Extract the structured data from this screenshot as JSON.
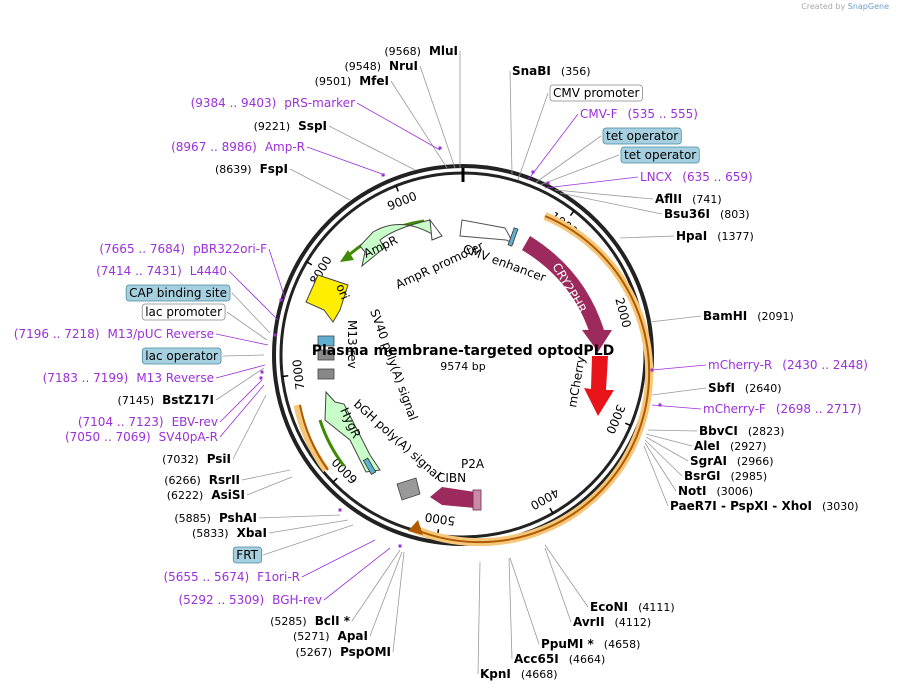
{
  "credit": {
    "prefix": "Created by",
    "brand": "SnapGene"
  },
  "plasmid": {
    "name": "Plasma membrane-targeted optodPLD",
    "size_label": "9574 bp",
    "length": 9574
  },
  "ticks": [
    "1000",
    "2000",
    "3000",
    "4000",
    "5000",
    "6000",
    "7000",
    "8000",
    "9000"
  ],
  "features": [
    {
      "name": "CRY2PHR",
      "color": "#9c2a5c"
    },
    {
      "name": "mCherry",
      "color": "#e8141a"
    },
    {
      "name": "CIBN",
      "color": "#9c2a5c"
    },
    {
      "name": "P2A",
      "color": "#c98aa8"
    },
    {
      "name": "CMV enhancer",
      "color": "#ffffff"
    },
    {
      "name": "AmpR",
      "color": "#c8ffc8"
    },
    {
      "name": "AmpR promoter",
      "color": "#ffffff"
    },
    {
      "name": "ori",
      "color": "#ffee00"
    },
    {
      "name": "HygR",
      "color": "#c8ffc8"
    },
    {
      "name": "SV40 poly(A) signal",
      "color": "#888888"
    },
    {
      "name": "bGH poly(A) signal",
      "color": "#888888"
    },
    {
      "name": "M13 rev",
      "color": "#888888"
    }
  ],
  "labels_right": [
    {
      "pos": "(356)",
      "name": "SnaBI",
      "kind": "site"
    },
    {
      "name": "CMV promoter",
      "kind": "box"
    },
    {
      "name": "CMV-F",
      "range": "(535 .. 555)",
      "kind": "primer"
    },
    {
      "name": "tet operator",
      "kind": "bluebox"
    },
    {
      "name": "tet operator",
      "kind": "bluebox"
    },
    {
      "name": "LNCX",
      "range": "(635 .. 659)",
      "kind": "primer"
    },
    {
      "name": "AflII",
      "pos": "(741)",
      "kind": "site"
    },
    {
      "name": "Bsu36I",
      "pos": "(803)",
      "kind": "site"
    },
    {
      "name": "HpaI",
      "pos": "(1377)",
      "kind": "site"
    },
    {
      "name": "BamHI",
      "pos": "(2091)",
      "kind": "site"
    },
    {
      "name": "mCherry-R",
      "range": "(2430 .. 2448)",
      "kind": "primer"
    },
    {
      "name": "SbfI",
      "pos": "(2640)",
      "kind": "site"
    },
    {
      "name": "mCherry-F",
      "range": "(2698 .. 2717)",
      "kind": "primer"
    },
    {
      "name": "BbvCI",
      "pos": "(2823)",
      "kind": "site"
    },
    {
      "name": "AleI",
      "pos": "(2927)",
      "kind": "site"
    },
    {
      "name": "SgrAI",
      "pos": "(2966)",
      "kind": "site"
    },
    {
      "name": "BsrGI",
      "pos": "(2985)",
      "kind": "site"
    },
    {
      "name": "NotI",
      "pos": "(3006)",
      "kind": "site"
    },
    {
      "name": "PaeR7I - PspXI - XhoI",
      "pos": "(3030)",
      "kind": "site"
    },
    {
      "name": "EcoNI",
      "pos": "(4111)",
      "kind": "site"
    },
    {
      "name": "AvrII",
      "pos": "(4112)",
      "kind": "site"
    },
    {
      "name": "PpuMI *",
      "pos": "(4658)",
      "kind": "site"
    },
    {
      "name": "Acc65I",
      "pos": "(4664)",
      "kind": "site"
    },
    {
      "name": "KpnI",
      "pos": "(4668)",
      "kind": "site"
    }
  ],
  "labels_left": [
    {
      "pos": "(9568)",
      "name": "MluI",
      "kind": "site"
    },
    {
      "pos": "(9548)",
      "name": "NruI",
      "kind": "site"
    },
    {
      "pos": "(9501)",
      "name": "MfeI",
      "kind": "site"
    },
    {
      "range": "(9384 .. 9403)",
      "name": "pRS-marker",
      "kind": "primer"
    },
    {
      "pos": "(9221)",
      "name": "SspI",
      "kind": "site"
    },
    {
      "range": "(8967 .. 8986)",
      "name": "Amp-R",
      "kind": "primer"
    },
    {
      "pos": "(8639)",
      "name": "FspI",
      "kind": "site"
    },
    {
      "range": "(7665 .. 7684)",
      "name": "pBR322ori-F",
      "kind": "primer"
    },
    {
      "range": "(7414 .. 7431)",
      "name": "L4440",
      "kind": "primer"
    },
    {
      "name": "CAP binding site",
      "kind": "bluebox"
    },
    {
      "name": "lac promoter",
      "kind": "box"
    },
    {
      "range": "(7196 .. 7218)",
      "name": "M13/pUC Reverse",
      "kind": "primer"
    },
    {
      "name": "lac operator",
      "kind": "bluebox"
    },
    {
      "range": "(7183 .. 7199)",
      "name": "M13 Reverse",
      "kind": "primer"
    },
    {
      "pos": "(7145)",
      "name": "BstZ17I",
      "kind": "site"
    },
    {
      "range": "(7104 .. 7123)",
      "name": "EBV-rev",
      "kind": "primer"
    },
    {
      "range": "(7050 .. 7069)",
      "name": "SV40pA-R",
      "kind": "primer"
    },
    {
      "pos": "(7032)",
      "name": "PsiI",
      "kind": "site"
    },
    {
      "pos": "(6266)",
      "name": "RsrII",
      "kind": "site"
    },
    {
      "pos": "(6222)",
      "name": "AsiSI",
      "kind": "site"
    },
    {
      "pos": "(5885)",
      "name": "PshAI",
      "kind": "site"
    },
    {
      "pos": "(5833)",
      "name": "XbaI",
      "kind": "site"
    },
    {
      "name": "FRT",
      "kind": "bluebox"
    },
    {
      "range": "(5655 .. 5674)",
      "name": "F1ori-R",
      "kind": "primer"
    },
    {
      "range": "(5292 .. 5309)",
      "name": "BGH-rev",
      "kind": "primer"
    },
    {
      "pos": "(5285)",
      "name": "BclI *",
      "kind": "site"
    },
    {
      "pos": "(5271)",
      "name": "ApaI",
      "kind": "site"
    },
    {
      "pos": "(5267)",
      "name": "PspOMI",
      "kind": "site"
    }
  ]
}
